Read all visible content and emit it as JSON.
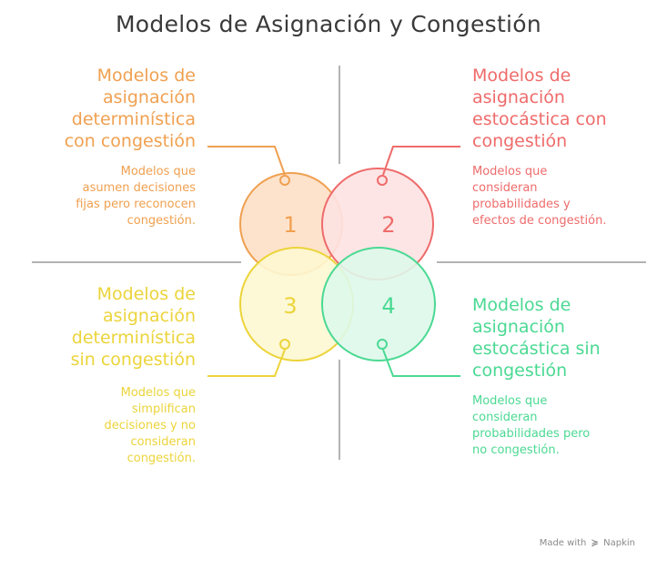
{
  "title": "Modelos de Asignación y Congestión",
  "quadrants": [
    {
      "number": "1",
      "heading": [
        "Modelos de",
        "asignación",
        "determinística",
        "con congestión"
      ],
      "description": [
        "Modelos que",
        "asumen decisiones",
        "fijas pero reconocen",
        "congestión."
      ],
      "color": "#f0a050",
      "fill": "#fde3cc"
    },
    {
      "number": "2",
      "heading": [
        "Modelos de",
        "asignación",
        "estocástica con",
        "congestión"
      ],
      "description": [
        "Modelos que",
        "consideran",
        "probabilidades y",
        "efectos de congestión."
      ],
      "color": "#ef6b6b",
      "fill": "#fde2e2"
    },
    {
      "number": "3",
      "heading": [
        "Modelos de",
        "asignación",
        "determinística",
        "sin congestión"
      ],
      "description": [
        "Modelos que",
        "simplifican",
        "decisiones y no",
        "consideran",
        "congestión."
      ],
      "color": "#ecd43a",
      "fill": "#fdf7d2"
    },
    {
      "number": "4",
      "heading": [
        "Modelos de",
        "asignación",
        "estocástica sin",
        "congestión"
      ],
      "description": [
        "Modelos que",
        "consideran",
        "probabilidades pero",
        "no congestión."
      ],
      "color": "#4bd993",
      "fill": "#def8ea"
    }
  ],
  "credit": {
    "prefix": "Made with",
    "logo": "≽",
    "brand": "Napkin"
  },
  "colors": {
    "axis": "#9a9a9a",
    "title": "#3a3a3a"
  }
}
